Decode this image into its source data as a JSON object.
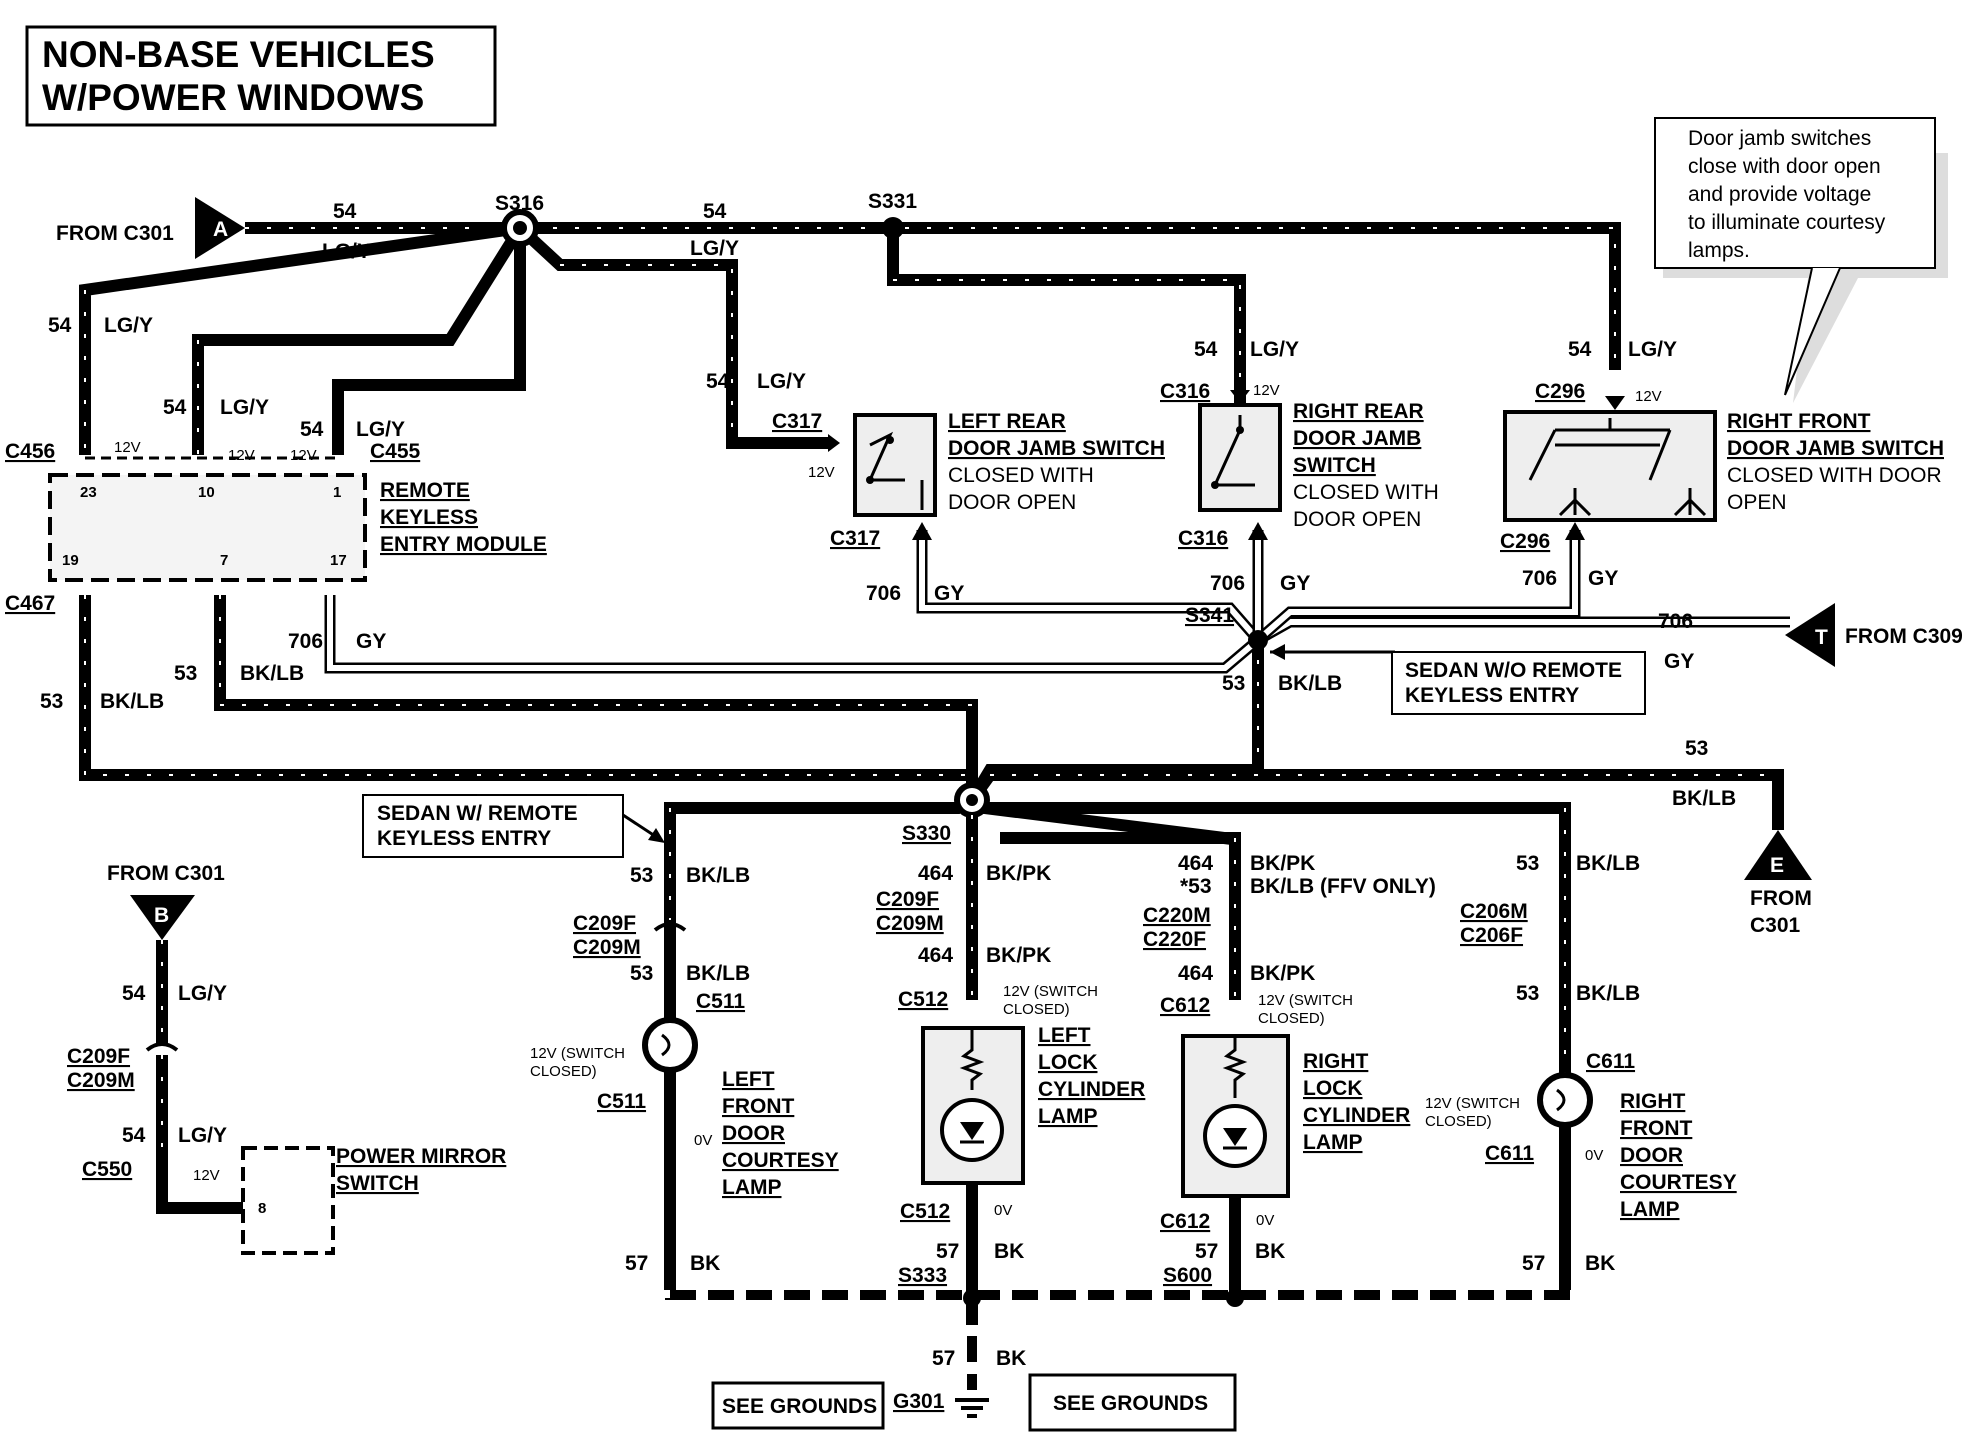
{
  "title": {
    "line1": "NON-BASE VEHICLES",
    "line2": "W/POWER WINDOWS"
  },
  "callout": {
    "lines": [
      "Door jamb switches",
      "close with door open",
      "and provide voltage",
      "to illuminate courtesy",
      "lamps."
    ]
  },
  "connectors": {
    "from_c301_a": "FROM C301",
    "a": "A",
    "from_c301_b": "FROM C301",
    "b": "B",
    "from_c309": "FROM C309",
    "t": "T",
    "from_e": "FROM",
    "from_e2": "C301",
    "e": "E",
    "s316": "S316",
    "s331": "S331",
    "s341": "S341",
    "s330": "S330",
    "s333": "S333",
    "s600": "S600",
    "g301": "G301",
    "c456": "C456",
    "c455": "C455",
    "c467": "C467",
    "c317_top": "C317",
    "c317_bot": "C317",
    "c316_top": "C316",
    "c316_bot": "C316",
    "c296_top": "C296",
    "c296_bot": "C296",
    "c209f_a": "C209F",
    "c209m_a": "C209M",
    "c511_a": "C511",
    "c511_b": "C511",
    "c209f_b": "C209F",
    "c209m_b": "C209M",
    "c512_a": "C512",
    "c512_b": "C512",
    "c220m": "C220M",
    "c220f": "C220F",
    "c612_a": "C612",
    "c612_b": "C612",
    "c206m": "C206M",
    "c206f": "C206F",
    "c611_a": "C611",
    "c611_b": "C611",
    "c209f_c": "C209F",
    "c209m_c": "C209M",
    "c550": "C550"
  },
  "wires": {
    "n54": "54",
    "lgy": "LG/Y",
    "n706": "706",
    "gy": "GY",
    "n53": "53",
    "bklb": "BK/LB",
    "n464": "464",
    "bkpk": "BK/PK",
    "n57": "57",
    "bk": "BK",
    "star53": "*53",
    "bklb_ffv": "BK/LB (FFV ONLY)"
  },
  "voltages": {
    "v12": "12V",
    "v0": "0V",
    "v12sw": "12V (SWITCH",
    "closed": "CLOSED)"
  },
  "components": {
    "rkem": [
      "REMOTE",
      "KEYLESS",
      "ENTRY MODULE"
    ],
    "rkem_pins": [
      "23",
      "10",
      "1",
      "19",
      "7",
      "17"
    ],
    "left_rear": [
      "LEFT REAR",
      "DOOR JAMB SWITCH",
      "CLOSED WITH",
      "DOOR OPEN"
    ],
    "right_rear": [
      "RIGHT REAR",
      "DOOR JAMB",
      "SWITCH",
      "CLOSED WITH",
      "DOOR OPEN"
    ],
    "right_front": [
      "RIGHT FRONT",
      "DOOR JAMB SWITCH",
      "CLOSED WITH DOOR",
      "OPEN"
    ],
    "left_front_lamp": [
      "LEFT",
      "FRONT",
      "DOOR",
      "COURTESY",
      "LAMP"
    ],
    "left_lock": [
      "LEFT",
      "LOCK",
      "CYLINDER",
      "LAMP"
    ],
    "right_lock": [
      "RIGHT",
      "LOCK",
      "CYLINDER",
      "LAMP"
    ],
    "right_front_lamp": [
      "RIGHT",
      "FRONT",
      "DOOR",
      "COURTESY",
      "LAMP"
    ],
    "mirror": [
      "POWER MIRROR",
      "SWITCH"
    ],
    "mirror_pin": "8",
    "sedan_wo": [
      "SEDAN W/O REMOTE",
      "KEYLESS ENTRY"
    ],
    "sedan_w": [
      "SEDAN W/ REMOTE",
      "KEYLESS ENTRY"
    ],
    "see_grounds_1": "SEE GROUNDS",
    "see_grounds_2": "SEE GROUNDS"
  }
}
